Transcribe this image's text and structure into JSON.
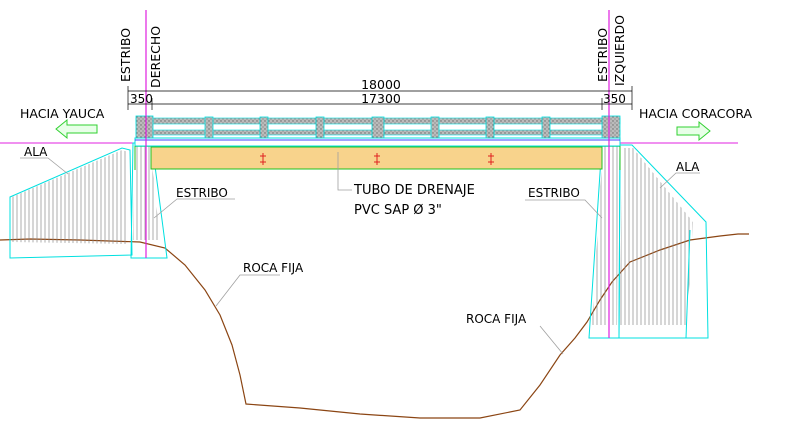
{
  "abutments": {
    "right_label_line1": "ESTRIBO",
    "right_label_line2": "DERECHO",
    "left_label_line1": "ESTRIBO",
    "left_label_line2": "IZQUIERDO"
  },
  "dimensions": {
    "total": "18000",
    "clear_span": "17300",
    "left_seat": "350",
    "right_seat": "350"
  },
  "directions": {
    "left": "HACIA YAUCA",
    "right": "HACIA CORACORA"
  },
  "labels": {
    "wing_left": "ALA",
    "wing_right": "ALA",
    "abutment_left": "ESTRIBO",
    "abutment_right": "ESTRIBO",
    "drain_line1": "TUBO DE DRENAJE",
    "drain_line2": "PVC SAP Ø 3\"",
    "rock_left": "ROCA FIJA",
    "rock_right": "ROCA FIJA"
  },
  "colors": {
    "centerline": "#e020e0",
    "outline": "#00e0e0",
    "deck_fill": "#f8d38c",
    "deck_edge": "#20c020",
    "terrain": "#8b4513",
    "arrow": "#30d030",
    "leader": "#a0a0a0"
  }
}
